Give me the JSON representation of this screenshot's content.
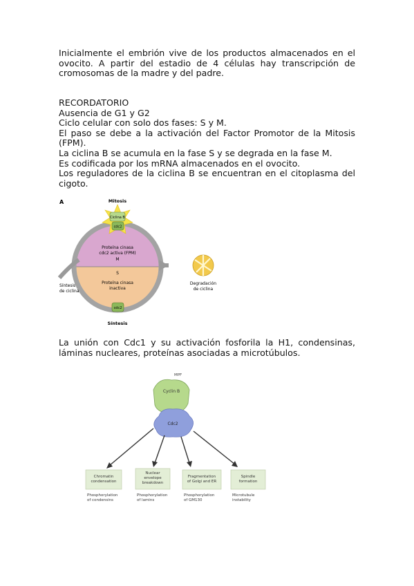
{
  "intro": {
    "line1": "Inicialmente el embrión vive de los productos almacenados en el",
    "line2": "ovocito. A partir del estadio de 4 células hay transcripción de",
    "line3": "cromosomas de la madre y del padre."
  },
  "recordatorio": {
    "heading": "RECORDATORIO",
    "items": [
      "Ausencia de G1 y G2",
      "Ciclo celular con solo dos fases: S y M.",
      "El paso se debe a la activación del Factor Promotor de la Mitosis",
      "(FPM).",
      "La ciclina B se acumula en la fase S y se degrada en la fase M.",
      "Es codificada por los mRNA almacenados en el ovocito.",
      "Los reguladores de la ciclina B se encuentran en el citoplasma del",
      "cigoto."
    ]
  },
  "figure_a": {
    "panel_letter": "A",
    "mitosis": "Mitosis",
    "ciclina_b": "Ciclina B",
    "cdc2_top": "cdc2",
    "m_half": [
      "Proteína cinasa",
      "cdc2 activa (FPM)",
      "M"
    ],
    "s_half": [
      "S",
      "Proteína cinasa",
      "inactiva"
    ],
    "cdc2_bottom": "cdc2",
    "sintesis_ciclina": [
      "Síntesis",
      "de ciclina"
    ],
    "degradacion": [
      "Degradación",
      "de ciclina"
    ],
    "sintesis": "Síntesis"
  },
  "union": {
    "line1": "La unión con Cdc1 y su activación fosforila la H1, condensinas,",
    "line2": "láminas nucleares, proteínas asociadas a microtúbulos."
  },
  "figure_b": {
    "mpf": "MPF",
    "cyclin": "Cyclin B",
    "cdc": "Cdc2",
    "targets": [
      {
        "box": [
          "Chromatin",
          "condensation"
        ],
        "caption": [
          "Phosphorylation",
          "of condensins"
        ]
      },
      {
        "box": [
          "Nuclear",
          "envelope",
          "breakdown"
        ],
        "caption": [
          "Phosphorylation",
          "of lamins"
        ]
      },
      {
        "box": [
          "Fragmentation",
          "of Golgi and ER"
        ],
        "caption": [
          "Phosphorylation",
          "of GM130"
        ]
      },
      {
        "box": [
          "Spindle",
          "formation"
        ],
        "caption": [
          "Microtubule",
          "instability"
        ]
      }
    ]
  },
  "colors": {
    "m_half": "#d9a7cf",
    "s_half": "#f3c89a",
    "ring": "#9a9a9a",
    "cyclin_green": "#b6d98c",
    "cdc_blue": "#8f9fdc",
    "target_box": "#e3eed6",
    "star": "#f6e34a"
  }
}
